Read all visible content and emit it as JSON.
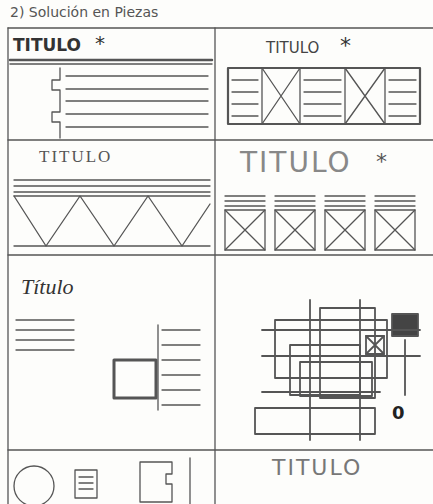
{
  "diagram": {
    "title": "2) Solución en Piezas",
    "nodes": [
      {
        "text": [
          "TITULO",
          "*"
        ]
      },
      {
        "text": [
          "TITULO",
          "*"
        ]
      },
      {
        "text": [
          "TITULO"
        ]
      },
      {
        "text": [
          "TITULO",
          "*"
        ]
      },
      {
        "text": [
          "Título"
        ]
      },
      {
        "text": [
          "0"
        ]
      },
      {
        "text": [
          "TITULO"
        ]
      }
    ]
  }
}
